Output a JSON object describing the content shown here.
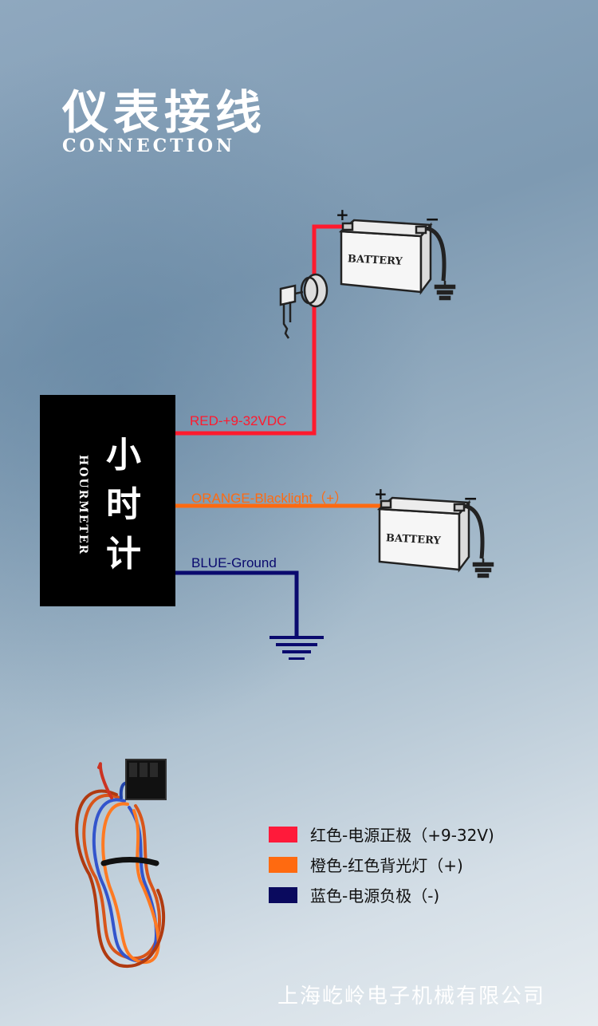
{
  "header": {
    "title": "仪表接线",
    "subtitle": "CONNECTION"
  },
  "device": {
    "vertical_label": "HOURMETER",
    "chinese_label": [
      "小",
      "时",
      "计"
    ]
  },
  "wires": {
    "red": {
      "label": "RED-+9-32VDC",
      "color": "#ff1a2e"
    },
    "orange": {
      "label": "ORANGE-Blacklight（+）",
      "color": "#ff6a10"
    },
    "blue": {
      "label": "BLUE-Ground",
      "color": "#0a0a6e"
    }
  },
  "battery": {
    "label": "BATTERY",
    "plus": "+",
    "minus": "−"
  },
  "legend": [
    {
      "text": "红色-电源正极（+9-32V)",
      "color": "#ff1a3a"
    },
    {
      "text": "橙色-红色背光灯（+)",
      "color": "#ff6a10"
    },
    {
      "text": "蓝色-电源负极（-)",
      "color": "#0a0a5e"
    }
  ],
  "footer": {
    "company": "上海屹岭电子机械有限公司"
  }
}
